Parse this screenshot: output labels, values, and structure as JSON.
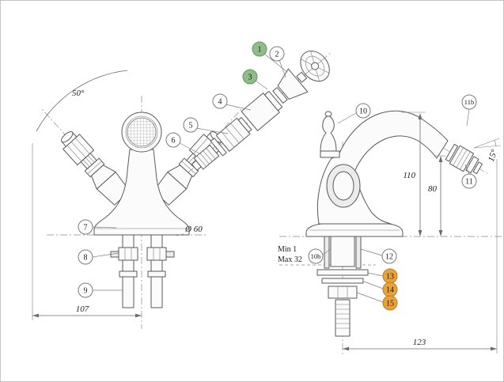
{
  "colors": {
    "green_badge": "#8fbc88",
    "orange_badge": "#e9a23b",
    "line": "#5a5a5a"
  },
  "callouts": [
    {
      "label": "1",
      "style": "green"
    },
    {
      "label": "2",
      "style": "plain"
    },
    {
      "label": "3",
      "style": "green"
    },
    {
      "label": "4",
      "style": "plain"
    },
    {
      "label": "5",
      "style": "plain"
    },
    {
      "label": "6",
      "style": "plain"
    },
    {
      "label": "7",
      "style": "plain"
    },
    {
      "label": "8",
      "style": "plain"
    },
    {
      "label": "9",
      "style": "plain"
    },
    {
      "label": "10",
      "style": "plain"
    },
    {
      "label": "10b",
      "style": "plain"
    },
    {
      "label": "11",
      "style": "plain"
    },
    {
      "label": "11b",
      "style": "plain"
    },
    {
      "label": "12",
      "style": "plain"
    },
    {
      "label": "13",
      "style": "orange"
    },
    {
      "label": "14",
      "style": "orange"
    },
    {
      "label": "15",
      "style": "orange"
    }
  ],
  "dimensions": {
    "handle_angle": "50°",
    "base_width": "107",
    "aerator_diameter": "Ø 60",
    "spout_height": "110",
    "outlet_height": "80",
    "outlet_angle": "15°",
    "overall_depth": "123",
    "deck_min": "Min 1",
    "deck_max": "Max 32"
  }
}
